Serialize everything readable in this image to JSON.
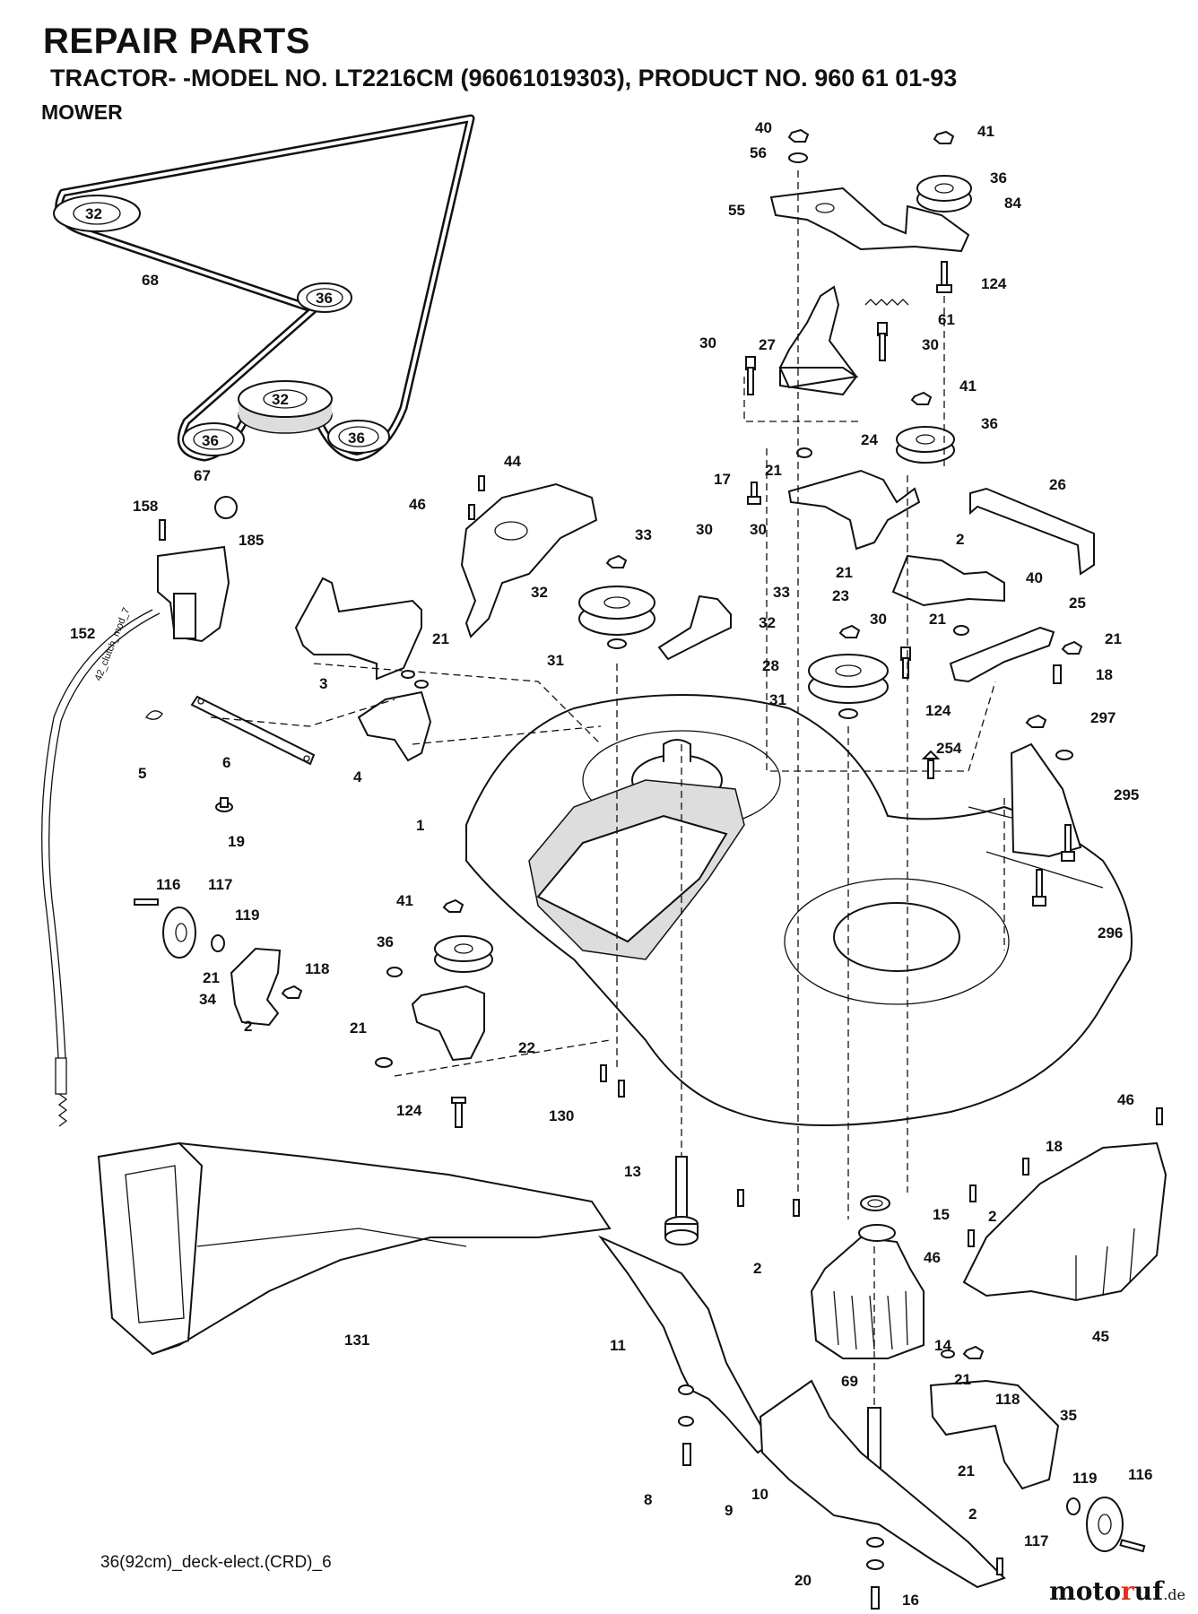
{
  "header": {
    "title": "REPAIR PARTS",
    "subtitle": "TRACTOR- -MODEL NO. LT2216CM (96061019303), PRODUCT NO. 960 61 01-93",
    "section": "MOWER"
  },
  "footer": {
    "drawing_ref": "36(92cm)_deck-elect.(CRD)_6"
  },
  "brand": {
    "name_pre": "moto",
    "name_r": "r",
    "name_post": "uf",
    "domain": ".de"
  },
  "cable_label": "42_clutch_mod_7",
  "pulley_labels": {
    "p32a": "32",
    "p32b": "32",
    "p36a": "36",
    "p36b": "36",
    "p36c": "36"
  },
  "callouts": [
    "40",
    "56",
    "41",
    "36",
    "84",
    "55",
    "124",
    "61",
    "30",
    "27",
    "30",
    "41",
    "36",
    "68",
    "67",
    "158",
    "185",
    "46",
    "44",
    "17",
    "21",
    "24",
    "26",
    "33",
    "30",
    "30",
    "2",
    "40",
    "21",
    "23",
    "25",
    "21",
    "152",
    "3",
    "21",
    "32",
    "31",
    "28",
    "33",
    "32",
    "30",
    "21",
    "18",
    "124",
    "31",
    "5",
    "6",
    "4",
    "19",
    "254",
    "297",
    "295",
    "1",
    "296",
    "116",
    "117",
    "119",
    "41",
    "36",
    "21",
    "118",
    "34",
    "2",
    "21",
    "22",
    "124",
    "130",
    "46",
    "131",
    "13",
    "18",
    "15",
    "2",
    "46",
    "2",
    "45",
    "11",
    "14",
    "69",
    "21",
    "118",
    "35",
    "21",
    "119",
    "116",
    "10",
    "8",
    "9",
    "2",
    "117",
    "20",
    "16"
  ]
}
